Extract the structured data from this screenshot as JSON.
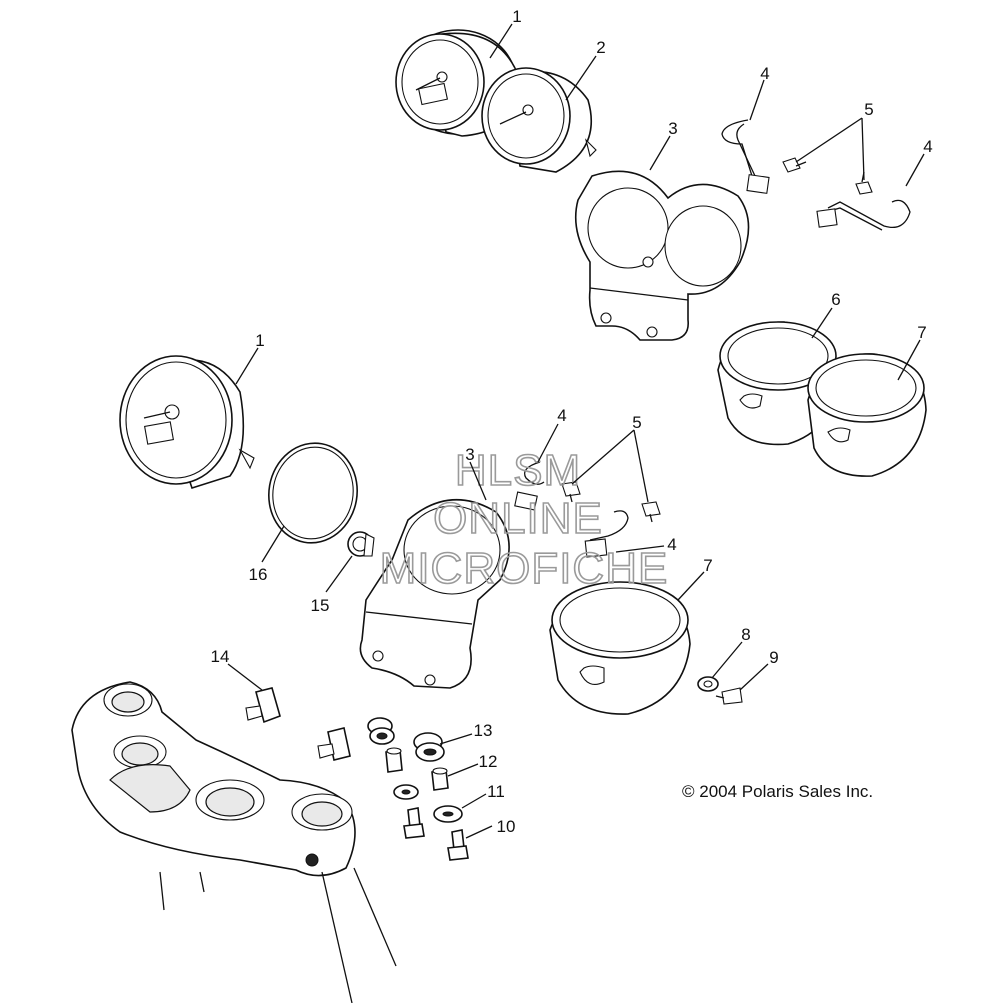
{
  "callouts": {
    "c1_top": "1",
    "c2_top": "2",
    "c3_top": "3",
    "c4_top_left": "4",
    "c5_top": "5",
    "c4_top_right": "4",
    "c6": "6",
    "c7_top": "7",
    "c1_mid": "1",
    "c16": "16",
    "c15": "15",
    "c3_mid": "3",
    "c4_mid_top": "4",
    "c5_mid": "5",
    "c4_mid_bottom": "4",
    "c7_mid": "7",
    "c8": "8",
    "c9": "9",
    "c14": "14",
    "c13": "13",
    "c12": "12",
    "c11": "11",
    "c10": "10"
  },
  "copyright": "© 2004 Polaris Sales Inc.",
  "watermark": {
    "line1": "HLSM",
    "line2": "ONLINE",
    "line3": "MICROFICHE"
  }
}
